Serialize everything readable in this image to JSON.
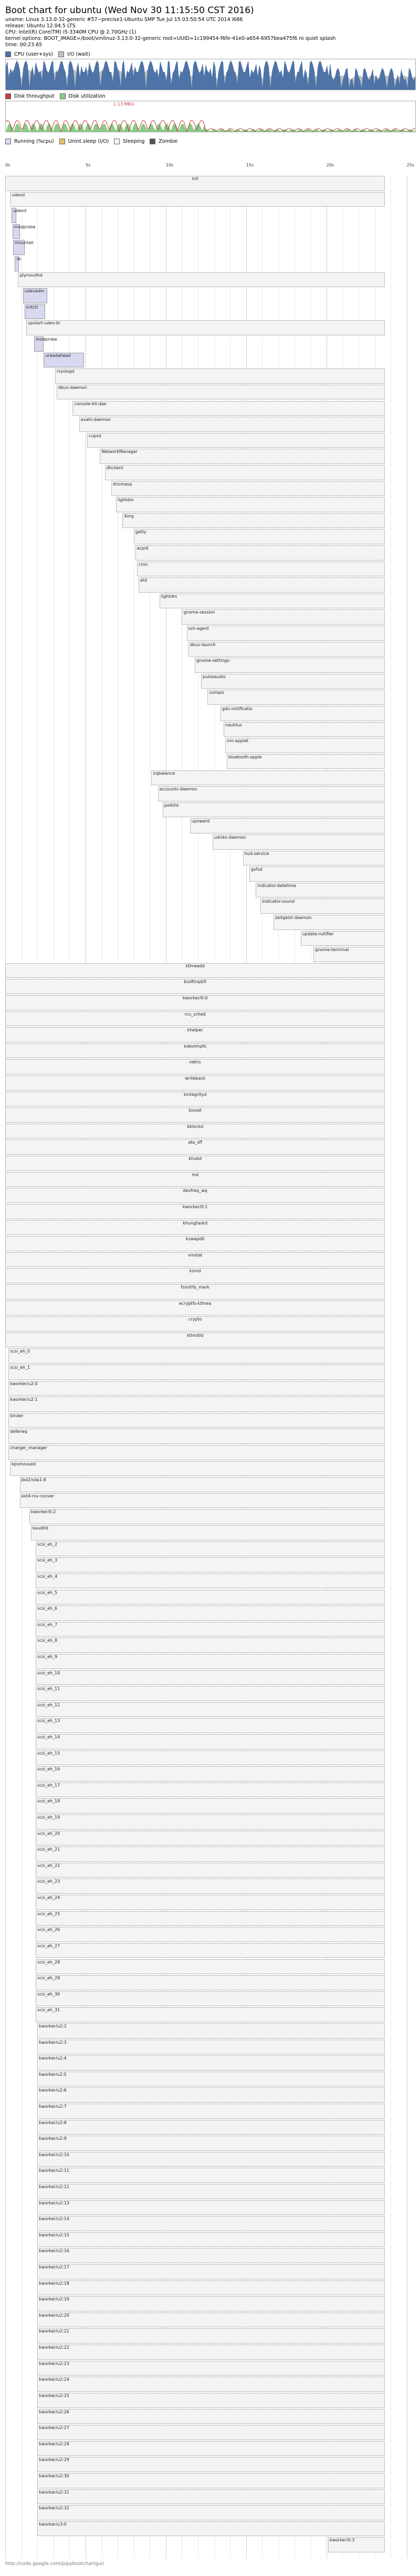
{
  "header": {
    "title": "Boot chart for ubuntu (Wed Nov 30 11:15:50 CST 2016)",
    "info": [
      "uname: Linux 3.13.0-32-generic #57~precise1-Ubuntu SMP Tue Jul 15 03:50:54 UTC 2014 i686",
      "release: Ubuntu 12.04.5 LTS",
      "CPU: Intel(R) Core(TM) i5-3340M CPU @ 2.70GHz (1)",
      "kernel options: BOOT_IMAGE=/boot/vmlinuz-3.13.0-32-generic root=UUID=1c199454-f6fe-41e0-a654-6957bea475f6 ro quiet splash",
      "time: 00:23.65"
    ]
  },
  "cpu_legend": {
    "cpu": "CPU (user+sys)",
    "io": "I/O (wait)"
  },
  "disk_legend": {
    "throughput": "Disk throughput",
    "util": "Disk utilization",
    "peak": "1.13 MB/s"
  },
  "state_legend": {
    "running": "Running (%cpu)",
    "unint": "Unint.sleep (I/O)",
    "sleeping": "Sleeping",
    "zombie": "Zombie"
  },
  "axis_ticks": [
    "0s",
    "5s",
    "10s",
    "15s",
    "20s",
    "25s"
  ],
  "colors": {
    "cpu": "#4d73a7",
    "io": "#c0c0c0",
    "disk_throughput": "#c23c3c",
    "disk_util": "#88cc88"
  },
  "processes": [
    {
      "name": "init",
      "s": 0.0,
      "e": 23.65,
      "d": 0
    },
    {
      "name": "udevd",
      "s": 0.3,
      "e": 23.65,
      "d": 1
    },
    {
      "name": "udevd",
      "s": 0.4,
      "e": 0.7,
      "d": 2
    },
    {
      "name": "modprobe",
      "s": 0.45,
      "e": 0.9,
      "d": 2
    },
    {
      "name": "mountall",
      "s": 0.5,
      "e": 1.2,
      "d": 1
    },
    {
      "name": "sh",
      "s": 0.6,
      "e": 0.8,
      "d": 2
    },
    {
      "name": "plymouthd",
      "s": 0.8,
      "e": 23.65,
      "d": 1
    },
    {
      "name": "udevadm",
      "s": 1.1,
      "e": 2.6,
      "d": 1
    },
    {
      "name": "initctl",
      "s": 1.2,
      "e": 2.5,
      "d": 2
    },
    {
      "name": "upstart-udev-br",
      "s": 1.3,
      "e": 23.65,
      "d": 1
    },
    {
      "name": "modprobe",
      "s": 1.8,
      "e": 2.4,
      "d": 2
    },
    {
      "name": "ureadahead",
      "s": 2.4,
      "e": 4.9,
      "d": 1
    },
    {
      "name": "rsyslogd",
      "s": 3.1,
      "e": 23.65,
      "d": 1
    },
    {
      "name": "dbus-daemon",
      "s": 3.2,
      "e": 23.65,
      "d": 1
    },
    {
      "name": "console-kit-dae",
      "s": 4.2,
      "e": 23.65,
      "d": 1
    },
    {
      "name": "avahi-daemon",
      "s": 4.6,
      "e": 23.65,
      "d": 1
    },
    {
      "name": "cupsd",
      "s": 5.1,
      "e": 23.65,
      "d": 1
    },
    {
      "name": "NetworkManager",
      "s": 5.9,
      "e": 23.65,
      "d": 1
    },
    {
      "name": "dhclient",
      "s": 6.2,
      "e": 23.65,
      "d": 2
    },
    {
      "name": "dnsmasq",
      "s": 6.6,
      "e": 23.65,
      "d": 2
    },
    {
      "name": "lightdm",
      "s": 6.9,
      "e": 23.65,
      "d": 1
    },
    {
      "name": "Xorg",
      "s": 7.3,
      "e": 23.65,
      "d": 2
    },
    {
      "name": "getty",
      "s": 8.0,
      "e": 23.65,
      "d": 1
    },
    {
      "name": "acpid",
      "s": 8.1,
      "e": 23.65,
      "d": 1
    },
    {
      "name": "cron",
      "s": 8.2,
      "e": 23.65,
      "d": 1
    },
    {
      "name": "atd",
      "s": 8.3,
      "e": 23.65,
      "d": 1
    },
    {
      "name": "lightdm",
      "s": 9.6,
      "e": 23.65,
      "d": 2
    },
    {
      "name": "gnome-session",
      "s": 11.0,
      "e": 23.65,
      "d": 3
    },
    {
      "name": "ssh-agent",
      "s": 11.3,
      "e": 23.65,
      "d": 4
    },
    {
      "name": "dbus-launch",
      "s": 11.4,
      "e": 23.65,
      "d": 4
    },
    {
      "name": "gnome-settings-",
      "s": 11.8,
      "e": 23.65,
      "d": 4
    },
    {
      "name": "pulseaudio",
      "s": 12.2,
      "e": 23.65,
      "d": 4
    },
    {
      "name": "compiz",
      "s": 12.6,
      "e": 23.65,
      "d": 4
    },
    {
      "name": "gdu-notificatio",
      "s": 13.4,
      "e": 23.65,
      "d": 4
    },
    {
      "name": "nautilus",
      "s": 13.6,
      "e": 23.65,
      "d": 4
    },
    {
      "name": "nm-applet",
      "s": 13.7,
      "e": 23.65,
      "d": 4
    },
    {
      "name": "bluetooth-apple",
      "s": 13.8,
      "e": 23.65,
      "d": 4
    },
    {
      "name": "irqbalance",
      "s": 9.1,
      "e": 23.65,
      "d": 1
    },
    {
      "name": "accounts-daemon",
      "s": 9.5,
      "e": 23.65,
      "d": 1
    },
    {
      "name": "polkitd",
      "s": 9.8,
      "e": 23.65,
      "d": 1
    },
    {
      "name": "upowerd",
      "s": 11.5,
      "e": 23.65,
      "d": 1
    },
    {
      "name": "udisks-daemon",
      "s": 12.9,
      "e": 23.65,
      "d": 1
    },
    {
      "name": "hud-service",
      "s": 14.8,
      "e": 23.65,
      "d": 2
    },
    {
      "name": "gvfsd",
      "s": 15.2,
      "e": 23.65,
      "d": 2
    },
    {
      "name": "indicator-datetime",
      "s": 15.6,
      "e": 23.65,
      "d": 2
    },
    {
      "name": "indicator-sound",
      "s": 15.9,
      "e": 23.65,
      "d": 2
    },
    {
      "name": "zeitgeist-daemon",
      "s": 16.7,
      "e": 23.65,
      "d": 2
    },
    {
      "name": "update-notifier",
      "s": 18.4,
      "e": 23.65,
      "d": 2
    },
    {
      "name": "gnome-terminal",
      "s": 19.2,
      "e": 23.65,
      "d": 2
    },
    {
      "name": "kthreadd",
      "s": 0.0,
      "e": 23.65,
      "d": 0
    },
    {
      "name": "ksoftirqd/0",
      "s": 0.0,
      "e": 23.65,
      "d": 1
    },
    {
      "name": "kworker/0:0",
      "s": 0.0,
      "e": 23.65,
      "d": 1
    },
    {
      "name": "rcu_sched",
      "s": 0.0,
      "e": 23.65,
      "d": 1
    },
    {
      "name": "khelper",
      "s": 0.0,
      "e": 23.65,
      "d": 1
    },
    {
      "name": "kdevtmpfs",
      "s": 0.0,
      "e": 23.65,
      "d": 1
    },
    {
      "name": "netns",
      "s": 0.0,
      "e": 23.65,
      "d": 1
    },
    {
      "name": "writeback",
      "s": 0.0,
      "e": 23.65,
      "d": 1
    },
    {
      "name": "kintegrityd",
      "s": 0.0,
      "e": 23.65,
      "d": 1
    },
    {
      "name": "bioset",
      "s": 0.0,
      "e": 23.65,
      "d": 1
    },
    {
      "name": "kblockd",
      "s": 0.0,
      "e": 23.65,
      "d": 1
    },
    {
      "name": "ata_sff",
      "s": 0.0,
      "e": 23.65,
      "d": 1
    },
    {
      "name": "khubd",
      "s": 0.0,
      "e": 23.65,
      "d": 1
    },
    {
      "name": "md",
      "s": 0.0,
      "e": 23.65,
      "d": 1
    },
    {
      "name": "devfreq_wq",
      "s": 0.0,
      "e": 23.65,
      "d": 1
    },
    {
      "name": "kworker/0:1",
      "s": 0.0,
      "e": 23.65,
      "d": 1
    },
    {
      "name": "khungtaskd",
      "s": 0.0,
      "e": 23.65,
      "d": 1
    },
    {
      "name": "kswapd0",
      "s": 0.0,
      "e": 23.65,
      "d": 1
    },
    {
      "name": "vmstat",
      "s": 0.0,
      "e": 23.65,
      "d": 1
    },
    {
      "name": "ksmd",
      "s": 0.0,
      "e": 23.65,
      "d": 1
    },
    {
      "name": "fsnotify_mark",
      "s": 0.0,
      "e": 23.65,
      "d": 1
    },
    {
      "name": "ecryptfs-kthrea",
      "s": 0.0,
      "e": 23.65,
      "d": 1
    },
    {
      "name": "crypto",
      "s": 0.0,
      "e": 23.65,
      "d": 1
    },
    {
      "name": "kthrotld",
      "s": 0.0,
      "e": 23.65,
      "d": 1
    },
    {
      "name": "scsi_eh_0",
      "s": 0.2,
      "e": 23.65,
      "d": 1
    },
    {
      "name": "scsi_eh_1",
      "s": 0.2,
      "e": 23.65,
      "d": 1
    },
    {
      "name": "kworker/u2:0",
      "s": 0.2,
      "e": 23.65,
      "d": 1
    },
    {
      "name": "kworker/u2:1",
      "s": 0.2,
      "e": 23.65,
      "d": 1
    },
    {
      "name": "binder",
      "s": 0.2,
      "e": 23.65,
      "d": 1
    },
    {
      "name": "deferwq",
      "s": 0.2,
      "e": 23.65,
      "d": 1
    },
    {
      "name": "charger_manager",
      "s": 0.2,
      "e": 23.65,
      "d": 1
    },
    {
      "name": "kpsmoused",
      "s": 0.3,
      "e": 23.65,
      "d": 1
    },
    {
      "name": "jbd2/sda1-8",
      "s": 0.9,
      "e": 23.65,
      "d": 1
    },
    {
      "name": "ext4-rsv-conver",
      "s": 0.9,
      "e": 23.65,
      "d": 1
    },
    {
      "name": "kworker/0:2",
      "s": 1.5,
      "e": 23.65,
      "d": 1
    },
    {
      "name": "kauditd",
      "s": 1.6,
      "e": 23.65,
      "d": 1
    },
    {
      "name": "scsi_eh_2",
      "s": 1.9,
      "e": 23.65,
      "d": 1
    },
    {
      "name": "scsi_eh_3",
      "s": 1.9,
      "e": 23.65,
      "d": 1
    },
    {
      "name": "scsi_eh_4",
      "s": 1.9,
      "e": 23.65,
      "d": 1
    },
    {
      "name": "scsi_eh_5",
      "s": 1.9,
      "e": 23.65,
      "d": 1
    },
    {
      "name": "scsi_eh_6",
      "s": 1.9,
      "e": 23.65,
      "d": 1
    },
    {
      "name": "scsi_eh_7",
      "s": 1.9,
      "e": 23.65,
      "d": 1
    },
    {
      "name": "scsi_eh_8",
      "s": 1.9,
      "e": 23.65,
      "d": 1
    },
    {
      "name": "scsi_eh_9",
      "s": 1.9,
      "e": 23.65,
      "d": 1
    },
    {
      "name": "scsi_eh_10",
      "s": 1.9,
      "e": 23.65,
      "d": 1
    },
    {
      "name": "scsi_eh_11",
      "s": 1.9,
      "e": 23.65,
      "d": 1
    },
    {
      "name": "scsi_eh_12",
      "s": 1.9,
      "e": 23.65,
      "d": 1
    },
    {
      "name": "scsi_eh_13",
      "s": 1.9,
      "e": 23.65,
      "d": 1
    },
    {
      "name": "scsi_eh_14",
      "s": 1.9,
      "e": 23.65,
      "d": 1
    },
    {
      "name": "scsi_eh_15",
      "s": 1.9,
      "e": 23.65,
      "d": 1
    },
    {
      "name": "scsi_eh_16",
      "s": 1.9,
      "e": 23.65,
      "d": 1
    },
    {
      "name": "scsi_eh_17",
      "s": 1.9,
      "e": 23.65,
      "d": 1
    },
    {
      "name": "scsi_eh_18",
      "s": 1.9,
      "e": 23.65,
      "d": 1
    },
    {
      "name": "scsi_eh_19",
      "s": 1.9,
      "e": 23.65,
      "d": 1
    },
    {
      "name": "scsi_eh_20",
      "s": 1.9,
      "e": 23.65,
      "d": 1
    },
    {
      "name": "scsi_eh_21",
      "s": 1.9,
      "e": 23.65,
      "d": 1
    },
    {
      "name": "scsi_eh_22",
      "s": 1.9,
      "e": 23.65,
      "d": 1
    },
    {
      "name": "scsi_eh_23",
      "s": 1.9,
      "e": 23.65,
      "d": 1
    },
    {
      "name": "scsi_eh_24",
      "s": 1.9,
      "e": 23.65,
      "d": 1
    },
    {
      "name": "scsi_eh_25",
      "s": 1.9,
      "e": 23.65,
      "d": 1
    },
    {
      "name": "scsi_eh_26",
      "s": 1.9,
      "e": 23.65,
      "d": 1
    },
    {
      "name": "scsi_eh_27",
      "s": 1.9,
      "e": 23.65,
      "d": 1
    },
    {
      "name": "scsi_eh_28",
      "s": 1.9,
      "e": 23.65,
      "d": 1
    },
    {
      "name": "scsi_eh_29",
      "s": 1.9,
      "e": 23.65,
      "d": 1
    },
    {
      "name": "scsi_eh_30",
      "s": 1.9,
      "e": 23.65,
      "d": 1
    },
    {
      "name": "scsi_eh_31",
      "s": 1.9,
      "e": 23.65,
      "d": 1
    },
    {
      "name": "kworker/u2:2",
      "s": 2.0,
      "e": 23.65,
      "d": 1
    },
    {
      "name": "kworker/u2:3",
      "s": 2.0,
      "e": 23.65,
      "d": 1
    },
    {
      "name": "kworker/u2:4",
      "s": 2.0,
      "e": 23.65,
      "d": 1
    },
    {
      "name": "kworker/u2:5",
      "s": 2.0,
      "e": 23.65,
      "d": 1
    },
    {
      "name": "kworker/u2:6",
      "s": 2.0,
      "e": 23.65,
      "d": 1
    },
    {
      "name": "kworker/u2:7",
      "s": 2.0,
      "e": 23.65,
      "d": 1
    },
    {
      "name": "kworker/u2:8",
      "s": 2.0,
      "e": 23.65,
      "d": 1
    },
    {
      "name": "kworker/u2:9",
      "s": 2.0,
      "e": 23.65,
      "d": 1
    },
    {
      "name": "kworker/u2:10",
      "s": 2.0,
      "e": 23.65,
      "d": 1
    },
    {
      "name": "kworker/u2:11",
      "s": 2.0,
      "e": 23.65,
      "d": 1
    },
    {
      "name": "kworker/u2:12",
      "s": 2.0,
      "e": 23.65,
      "d": 1
    },
    {
      "name": "kworker/u2:13",
      "s": 2.0,
      "e": 23.65,
      "d": 1
    },
    {
      "name": "kworker/u2:14",
      "s": 2.0,
      "e": 23.65,
      "d": 1
    },
    {
      "name": "kworker/u2:15",
      "s": 2.0,
      "e": 23.65,
      "d": 1
    },
    {
      "name": "kworker/u2:16",
      "s": 2.0,
      "e": 23.65,
      "d": 1
    },
    {
      "name": "kworker/u2:17",
      "s": 2.0,
      "e": 23.65,
      "d": 1
    },
    {
      "name": "kworker/u2:18",
      "s": 2.0,
      "e": 23.65,
      "d": 1
    },
    {
      "name": "kworker/u2:19",
      "s": 2.0,
      "e": 23.65,
      "d": 1
    },
    {
      "name": "kworker/u2:20",
      "s": 2.0,
      "e": 23.65,
      "d": 1
    },
    {
      "name": "kworker/u2:21",
      "s": 2.0,
      "e": 23.65,
      "d": 1
    },
    {
      "name": "kworker/u2:22",
      "s": 2.0,
      "e": 23.65,
      "d": 1
    },
    {
      "name": "kworker/u2:23",
      "s": 2.0,
      "e": 23.65,
      "d": 1
    },
    {
      "name": "kworker/u2:24",
      "s": 2.0,
      "e": 23.65,
      "d": 1
    },
    {
      "name": "kworker/u2:25",
      "s": 2.0,
      "e": 23.65,
      "d": 1
    },
    {
      "name": "kworker/u2:26",
      "s": 2.0,
      "e": 23.65,
      "d": 1
    },
    {
      "name": "kworker/u2:27",
      "s": 2.0,
      "e": 23.65,
      "d": 1
    },
    {
      "name": "kworker/u2:28",
      "s": 2.0,
      "e": 23.65,
      "d": 1
    },
    {
      "name": "kworker/u2:29",
      "s": 2.0,
      "e": 23.65,
      "d": 1
    },
    {
      "name": "kworker/u2:30",
      "s": 2.0,
      "e": 23.65,
      "d": 1
    },
    {
      "name": "kworker/u2:31",
      "s": 2.0,
      "e": 23.65,
      "d": 1
    },
    {
      "name": "kworker/u2:32",
      "s": 2.0,
      "e": 23.65,
      "d": 1
    },
    {
      "name": "kworker/u3:0",
      "s": 2.0,
      "e": 23.65,
      "d": 1
    },
    {
      "name": "kworker/0:3",
      "s": 20.1,
      "e": 23.65,
      "d": 1
    }
  ],
  "footer": "http://code.google.com/p/pybootchartgui/"
}
